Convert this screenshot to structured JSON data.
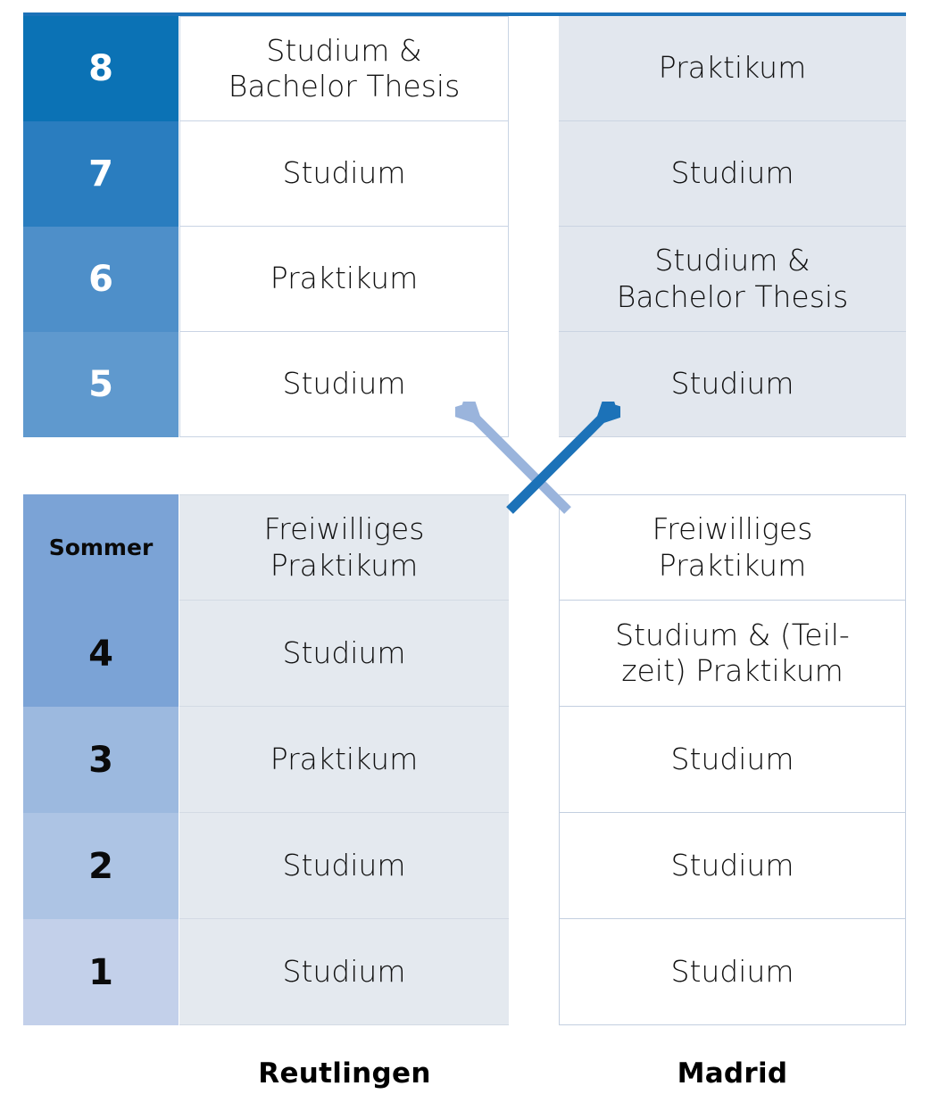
{
  "accent_color": "#1c72b8",
  "arrow_dark_color": "#1c72b8",
  "arrow_light_color": "#9ab4dc",
  "top_table": {
    "left_column": {
      "city": "Reutlingen",
      "rows": [
        {
          "number": "8",
          "text": "Studium &\nBachelor Thesis",
          "cell_color": "#0b72b5"
        },
        {
          "number": "7",
          "text": "Studium",
          "cell_color": "#2a7dbf"
        },
        {
          "number": "6",
          "text": "Praktikum",
          "cell_color": "#4e8fc9"
        },
        {
          "number": "5",
          "text": "Studium",
          "cell_color": "#5f99ce"
        }
      ]
    },
    "right_column": {
      "city": "Madrid",
      "rows": [
        {
          "text": "Praktikum"
        },
        {
          "text": "Studium"
        },
        {
          "text": "Studium &\nBachelor Thesis"
        },
        {
          "text": "Studium"
        }
      ]
    }
  },
  "bottom_table": {
    "left_column": {
      "city": "Reutlingen",
      "rows": [
        {
          "number": "Sommer",
          "text": "Freiwilliges\nPraktikum",
          "cell_color": "#7ba3d6"
        },
        {
          "number": "4",
          "text": "Studium",
          "cell_color": "#7ba3d6"
        },
        {
          "number": "3",
          "text": "Praktikum",
          "cell_color": "#9cb9df"
        },
        {
          "number": "2",
          "text": "Studium",
          "cell_color": "#adc4e4"
        },
        {
          "number": "1",
          "text": "Studium",
          "cell_color": "#c3d0ea"
        }
      ]
    },
    "right_column": {
      "city": "Madrid",
      "rows": [
        {
          "text": "Freiwilliges\nPraktikum"
        },
        {
          "text": "Studium & (Teil-\nzeit) Praktikum"
        },
        {
          "text": "Studium"
        },
        {
          "text": "Studium"
        },
        {
          "text": "Studium"
        }
      ]
    }
  },
  "footer": {
    "left_label": "Reutlingen",
    "right_label": "Madrid"
  }
}
